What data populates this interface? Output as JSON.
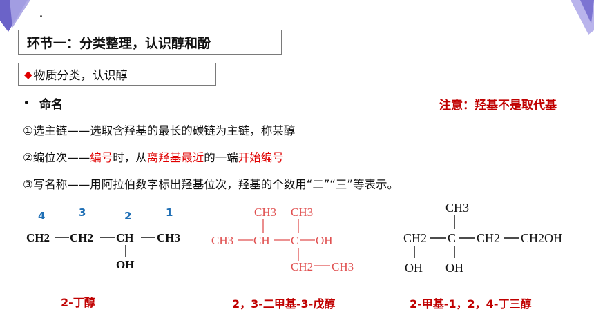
{
  "slide": {
    "section_title": "环节一：分类整理，认识醇和酚",
    "subsection": "物质分类，认识醇",
    "diamond_icon": "diamond-icon",
    "bullet_heading": "命名",
    "note": "注意：羟基不是取代基",
    "rules": {
      "rule1": "①选主链——选取含羟基的最长的碳链为主链，称某醇",
      "rule2": {
        "p1": "②编位次——",
        "p2": "编号",
        "p3": "时，从",
        "p4": "离羟基最近",
        "p5": "的一端",
        "p6": "开始编号"
      },
      "rule3": "③写名称——用阿拉伯数字标出羟基位次，羟基的个数用“二”“三”等表示。"
    }
  },
  "structures": {
    "s1": {
      "numbers": [
        "4",
        "3",
        "2",
        "1"
      ],
      "chain": [
        "CH2",
        "CH2",
        "CH",
        "CH3"
      ],
      "oh": "OH",
      "name": "2-丁醇"
    },
    "s2": {
      "top1": "CH3",
      "top2": "CH3",
      "main": [
        "CH3",
        "CH",
        "C",
        "OH"
      ],
      "bottom": [
        "CH2",
        "CH3"
      ],
      "name": "2，3-二甲基-3-戊醇"
    },
    "s3": {
      "top": "CH3",
      "main": [
        "CH2",
        "C",
        "CH2",
        "CH2OH"
      ],
      "oh1": "OH",
      "oh2": "OH",
      "name": "2-甲基-1，2，4-丁三醇"
    }
  },
  "colors": {
    "accent_red": "#e00000",
    "dark_red": "#c00000",
    "number_blue": "#1f6fb5",
    "struct_red": "#e05050"
  }
}
